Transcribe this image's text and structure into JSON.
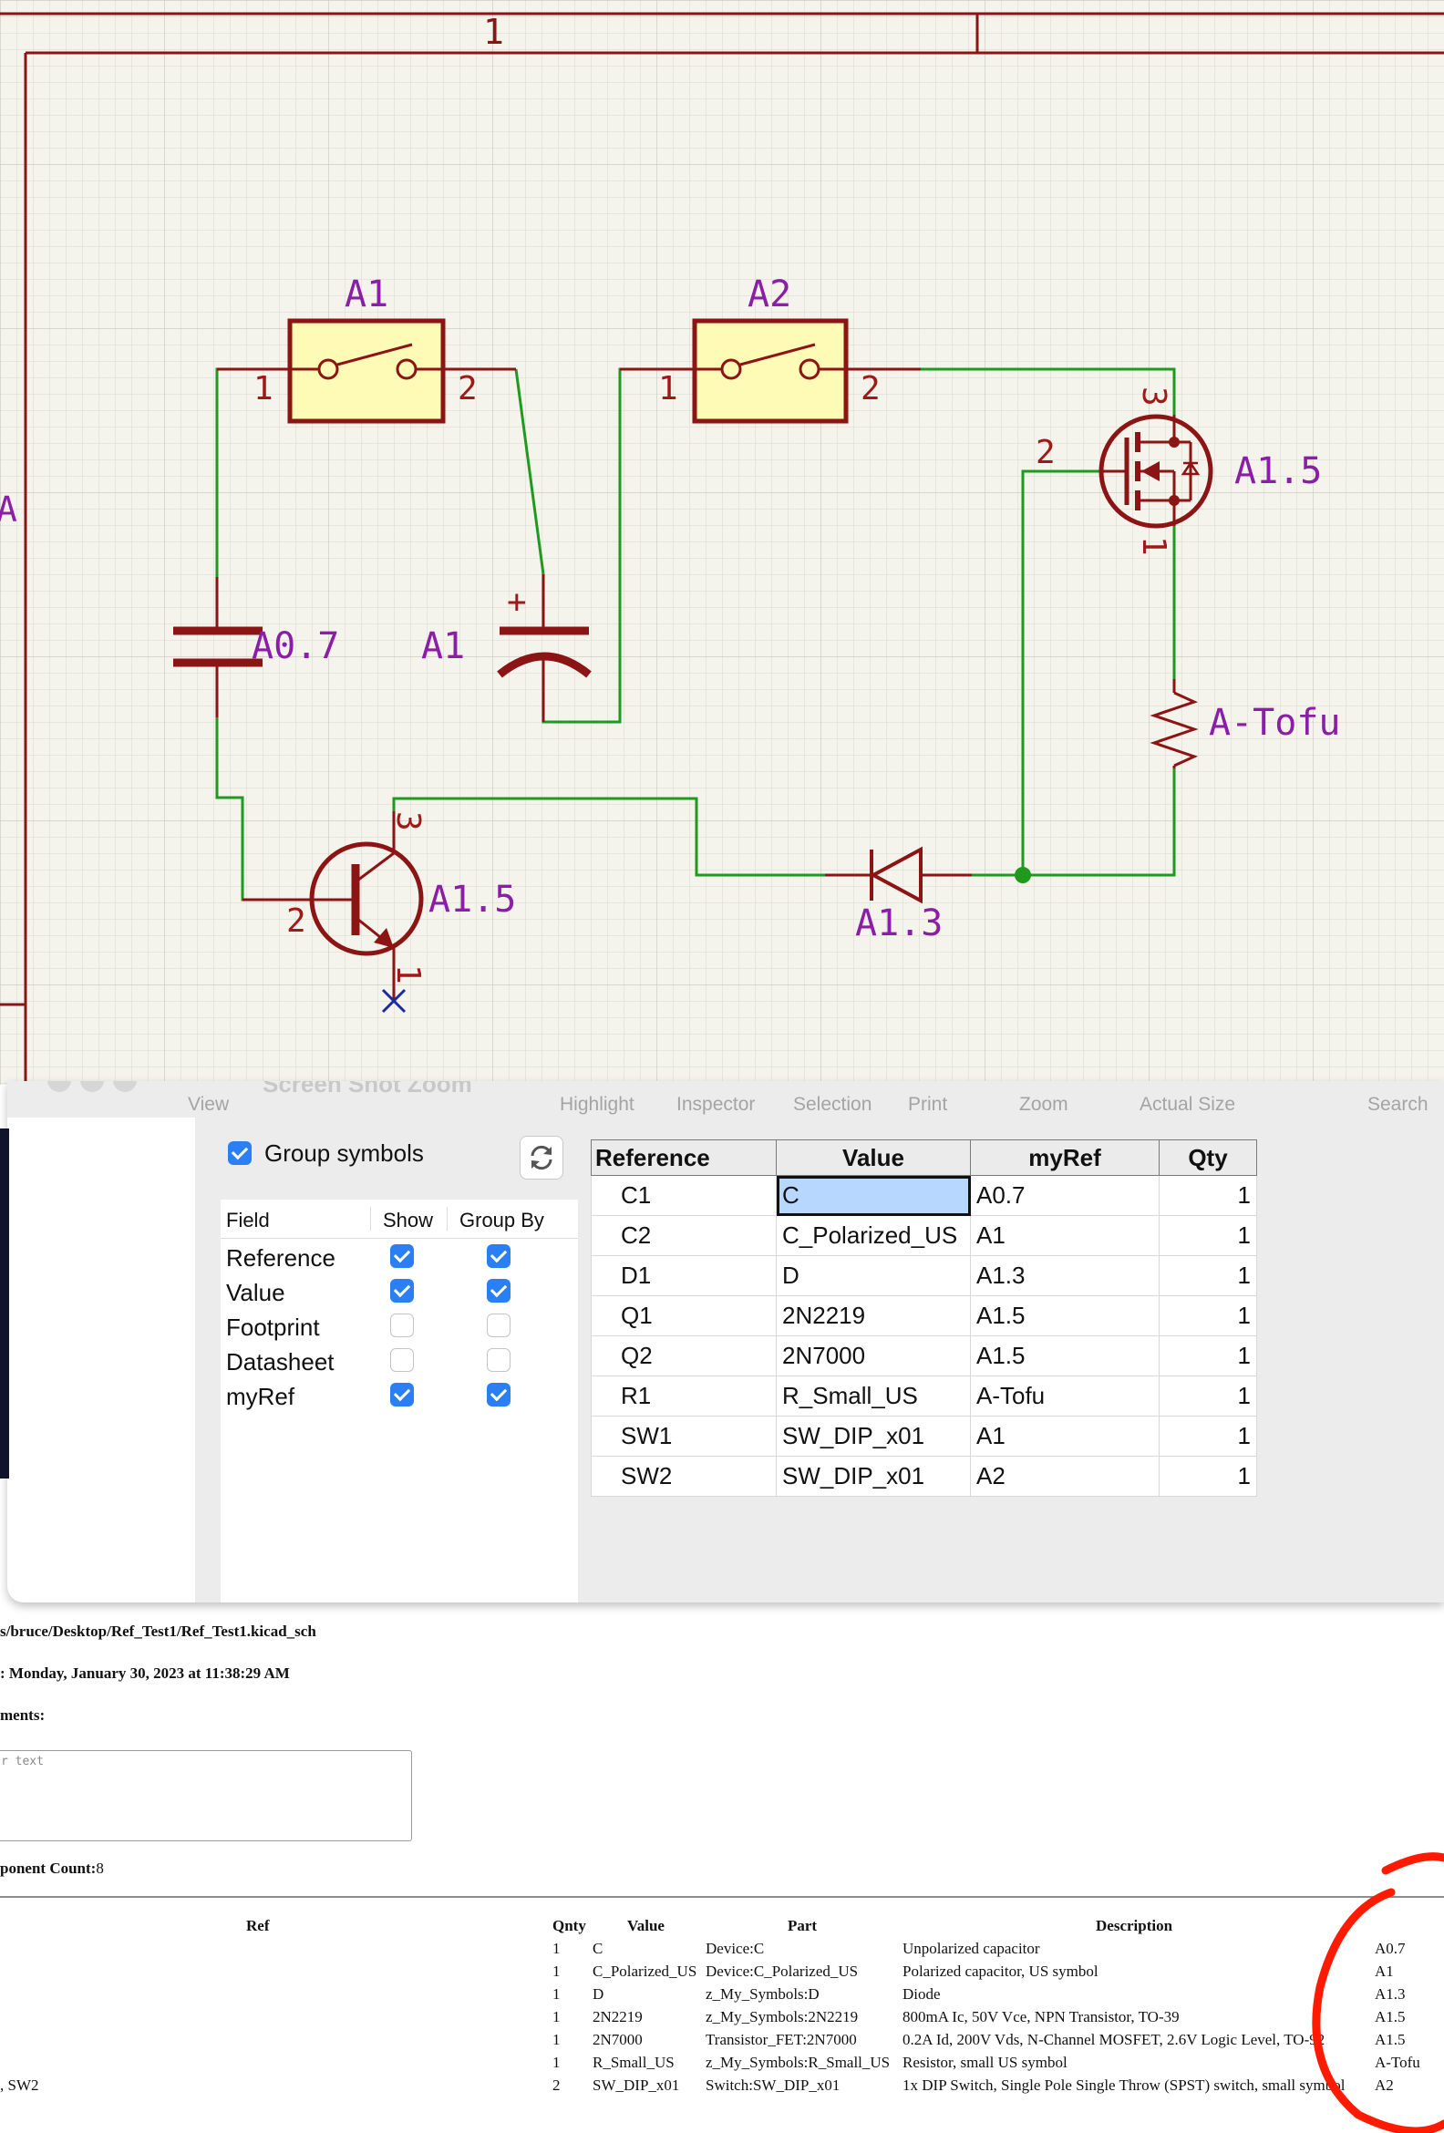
{
  "schematic": {
    "frame_label": "1",
    "frame_side_label": "A",
    "components": [
      {
        "id": "sw1",
        "ref": "A1",
        "pins": [
          "1",
          "2"
        ]
      },
      {
        "id": "sw2",
        "ref": "A2",
        "pins": [
          "1",
          "2"
        ]
      },
      {
        "id": "c1",
        "ref": "A0.7"
      },
      {
        "id": "c2",
        "ref": "A1",
        "polarity": "+"
      },
      {
        "id": "q2",
        "ref": "A1.5",
        "pins": [
          "2",
          "3",
          "1"
        ]
      },
      {
        "id": "r1",
        "ref": "A-Tofu"
      },
      {
        "id": "q1",
        "ref": "A1.5",
        "pins": [
          "2",
          "3",
          "1"
        ]
      },
      {
        "id": "d1",
        "ref": "A1.3"
      }
    ],
    "colors": {
      "wire": "#1f9a1f",
      "symbol": "#8b1414",
      "fill": "#fdfbb6",
      "text": "#8a1ea6",
      "pin": "#a01818",
      "grid_bg": "#f5f4ec",
      "noconnect": "#1e2aa0"
    }
  },
  "dialog": {
    "window_title": "Screen Shot Zoom",
    "toolbar": [
      "View",
      "Highlight",
      "Inspector",
      "Selection",
      "Print",
      "Zoom",
      "Actual Size",
      "Search"
    ],
    "group_symbols": {
      "label": "Group symbols",
      "checked": true
    },
    "field_headers": {
      "field": "Field",
      "show": "Show",
      "group_by": "Group By"
    },
    "fields": [
      {
        "name": "Reference",
        "show": true,
        "group_by": true
      },
      {
        "name": "Value",
        "show": true,
        "group_by": true
      },
      {
        "name": "Footprint",
        "show": false,
        "group_by": false
      },
      {
        "name": "Datasheet",
        "show": false,
        "group_by": false
      },
      {
        "name": "myRef",
        "show": true,
        "group_by": true
      }
    ],
    "table_headers": {
      "ref": "Reference",
      "value": "Value",
      "myref": "myRef",
      "qty": "Qty"
    },
    "rows": [
      {
        "ref": "C1",
        "value": "C",
        "myref": "A0.7",
        "qty": "1"
      },
      {
        "ref": "C2",
        "value": "C_Polarized_US",
        "myref": "A1",
        "qty": "1"
      },
      {
        "ref": "D1",
        "value": "D",
        "myref": "A1.3",
        "qty": "1"
      },
      {
        "ref": "Q1",
        "value": "2N2219",
        "myref": "A1.5",
        "qty": "1"
      },
      {
        "ref": "Q2",
        "value": "2N7000",
        "myref": "A1.5",
        "qty": "1"
      },
      {
        "ref": "R1",
        "value": "R_Small_US",
        "myref": "A-Tofu",
        "qty": "1"
      },
      {
        "ref": "SW1",
        "value": "SW_DIP_x01",
        "myref": "A1",
        "qty": "1"
      },
      {
        "ref": "SW2",
        "value": "SW_DIP_x01",
        "myref": "A2",
        "qty": "1"
      }
    ]
  },
  "report": {
    "source": "s/bruce/Desktop/Ref_Test1/Ref_Test1.kicad_sch",
    "date": ": Monday, January 30, 2023 at 11:38:29 AM",
    "comments_label": "ments:",
    "comments_placeholder": "r text",
    "count_label": "ponent Count:",
    "count_value": "8",
    "headers": {
      "ref": "Ref",
      "qnty": "Qnty",
      "value": "Value",
      "part": "Part",
      "description": "Description"
    },
    "rows": [
      {
        "ref": "",
        "qnty": "1",
        "value": "C",
        "part": "Device:C",
        "description": "Unpolarized capacitor",
        "myref": "A0.7"
      },
      {
        "ref": "",
        "qnty": "1",
        "value": "C_Polarized_US",
        "part": "Device:C_Polarized_US",
        "description": "Polarized capacitor, US symbol",
        "myref": "A1"
      },
      {
        "ref": "",
        "qnty": "1",
        "value": "D",
        "part": "z_My_Symbols:D",
        "description": "Diode",
        "myref": "A1.3"
      },
      {
        "ref": "",
        "qnty": "1",
        "value": "2N2219",
        "part": "z_My_Symbols:2N2219",
        "description": "800mA Ic, 50V Vce, NPN Transistor, TO-39",
        "myref": "A1.5"
      },
      {
        "ref": "",
        "qnty": "1",
        "value": "2N7000",
        "part": "Transistor_FET:2N7000",
        "description": "0.2A Id, 200V Vds, N-Channel MOSFET, 2.6V Logic Level, TO-92",
        "myref": "A1.5"
      },
      {
        "ref": "",
        "qnty": "1",
        "value": "R_Small_US",
        "part": "z_My_Symbols:R_Small_US",
        "description": "Resistor, small US symbol",
        "myref": "A-Tofu"
      },
      {
        "ref": ", SW2",
        "qnty": "2",
        "value": "SW_DIP_x01",
        "part": "Switch:SW_DIP_x01",
        "description": "1x DIP Switch, Single Pole Single Throw (SPST) switch, small symbol",
        "myref": "A2"
      }
    ],
    "annotation_color": "#ff1a00"
  }
}
